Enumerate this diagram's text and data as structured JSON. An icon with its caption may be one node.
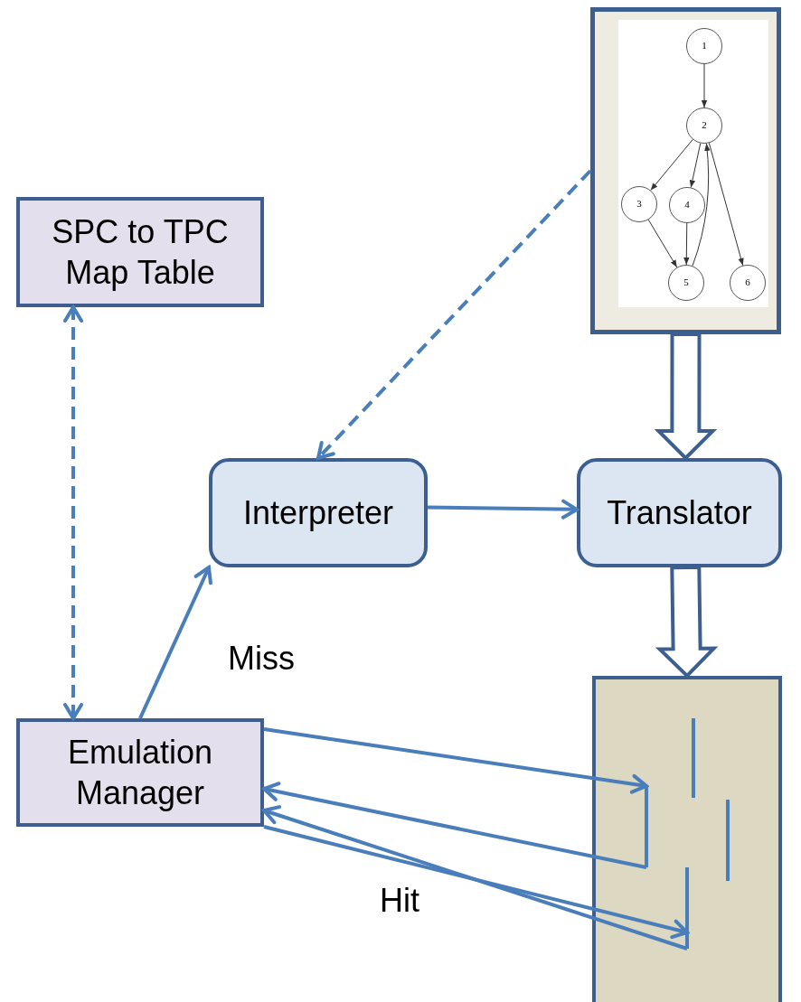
{
  "diagram": {
    "nodes": [
      {
        "text": [
          "SPC to TPC Map Table"
        ]
      },
      {
        "text": [
          "Interpreter"
        ]
      },
      {
        "text": [
          "Translator"
        ]
      },
      {
        "text": [
          "Emulation Manager"
        ]
      },
      {
        "text": [],
        "shape": "box"
      },
      {
        "text": [
          "1"
        ],
        "in": 4
      },
      {
        "text": [
          "2"
        ],
        "in": 4
      },
      {
        "text": [
          "3"
        ],
        "in": 4
      },
      {
        "text": [
          "4"
        ],
        "in": 4
      },
      {
        "text": [
          "5"
        ],
        "in": 4
      },
      {
        "text": [
          "6"
        ],
        "in": 4
      },
      {
        "text": [],
        "shape": "box"
      },
      {
        "text": [],
        "shape": "bar",
        "in": 11
      },
      {
        "text": [],
        "shape": "bar",
        "in": 11
      },
      {
        "text": [],
        "shape": "bar",
        "in": 11
      },
      {
        "text": [],
        "shape": "bar",
        "in": 11
      }
    ],
    "edges": [
      {
        "from": 0,
        "to": 3,
        "arrow": "both",
        "style": "dashed"
      },
      {
        "from": 4,
        "to": 1,
        "arrow": "to",
        "style": "dashed"
      },
      {
        "from": 1,
        "to": 2,
        "arrow": "to"
      },
      {
        "from": 3,
        "to": 1,
        "arrow": "to",
        "label": "Miss"
      },
      {
        "from": 4,
        "to": 2,
        "arrow": "to",
        "style": "thick"
      },
      {
        "from": 2,
        "to": 11,
        "arrow": "to",
        "style": "thick"
      },
      {
        "from": 3,
        "to": 12,
        "arrow": "to"
      },
      {
        "from": 12,
        "to": 3,
        "arrow": "to"
      },
      {
        "from": 3,
        "to": 13,
        "arrow": "to",
        "label": "Hit"
      },
      {
        "from": 13,
        "to": 3,
        "arrow": "to"
      },
      {
        "from": 5,
        "to": 6,
        "arrow": "to",
        "color": "#333333"
      },
      {
        "from": 6,
        "to": 7,
        "arrow": "to",
        "color": "#333333"
      },
      {
        "from": 6,
        "to": 8,
        "arrow": "to",
        "color": "#333333"
      },
      {
        "from": 6,
        "to": 10,
        "arrow": "to",
        "color": "#333333"
      },
      {
        "from": 7,
        "to": 9,
        "arrow": "to",
        "color": "#333333"
      },
      {
        "from": 8,
        "to": 9,
        "arrow": "to",
        "color": "#333333"
      },
      {
        "from": 9,
        "to": 6,
        "arrow": "to",
        "color": "#333333"
      }
    ]
  }
}
